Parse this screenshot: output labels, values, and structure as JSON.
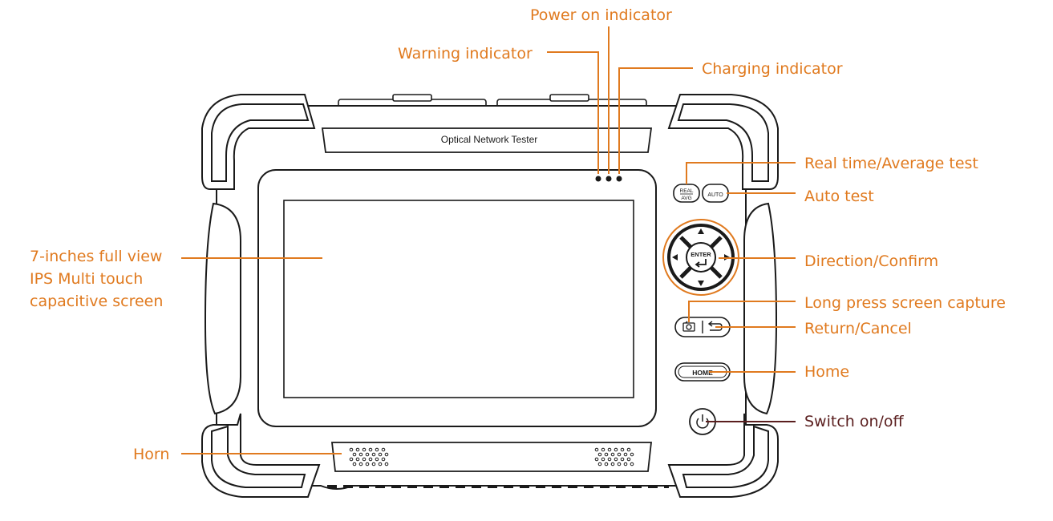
{
  "device": {
    "nameplate": "Optical Network Tester",
    "buttons": {
      "real_avg_top": "REAL",
      "real_avg_bottom": "AVG",
      "auto": "AUTO",
      "enter": "ENTER",
      "home": "HOME"
    }
  },
  "callouts": {
    "power_on": "Power on indicator",
    "warning": "Warning indicator",
    "charging": "Charging indicator",
    "real_time_avg": "Real time/Average test",
    "auto_test": "Auto test",
    "screen": "7-inches full view IPS Multi touch capacitive screen",
    "direction": "Direction/Confirm",
    "screen_capture": "Long press screen capture",
    "return_cancel": "Return/Cancel",
    "home": "Home",
    "switch": "Switch on/off",
    "horn": "Horn"
  },
  "colors": {
    "callout": "#e07a1f",
    "callout_dark": "#5a1e1e",
    "outline": "#1a1a1a"
  }
}
